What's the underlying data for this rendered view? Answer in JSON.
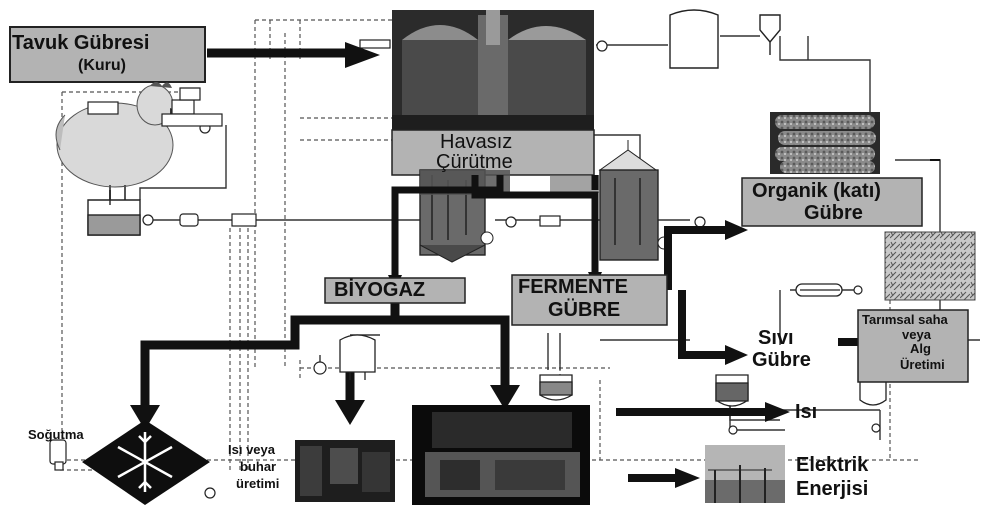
{
  "labels": {
    "chicken_manure_title": "Tavuk Gübresi",
    "chicken_manure_sub": "(Kuru)",
    "anaerobic_line1": "Havasız",
    "anaerobic_line2": "Çürütme",
    "organic_line1": "Organik (katı)",
    "organic_line2": "Gübre",
    "biogas": "BİYOGAZ",
    "fermented_line1": "FERMENTE",
    "fermented_line2": "GÜBRE",
    "liquid_line1": "Sıvı",
    "liquid_line2": "Gübre",
    "heat": "Isı",
    "agri_line1": "Tarımsal saha",
    "agri_line2": "veya",
    "agri_line3": "Alg",
    "agri_line4": "Üretimi",
    "cooling": "Soğutma",
    "steam_line1": "Isı veya",
    "steam_line2": "buhar",
    "steam_line3": "üretimi",
    "electric_line1": "Elektrik",
    "electric_line2": "Enerjisi"
  },
  "colors": {
    "box_fill": "#b3b3b3",
    "arrow": "#111111",
    "pipe": "#444444",
    "dashed": "#555555"
  }
}
